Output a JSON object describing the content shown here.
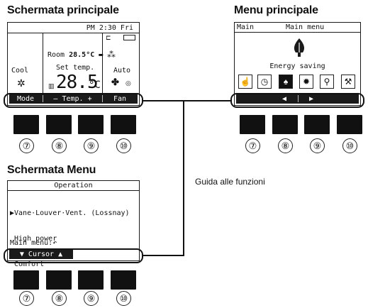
{
  "titles": {
    "main_screen": "Schermata principale",
    "main_menu": "Menu principale",
    "menu_screen": "Schermata Menu",
    "function_guide": "Guida alle funzioni"
  },
  "main_screen": {
    "clock": "PM 2:30 Fri",
    "mode": "Cool",
    "room_label": "Room",
    "room_temp": "28.5°C",
    "set_temp_label": "Set temp.",
    "set_temp_value": "28.5",
    "set_temp_unit": "°C",
    "fan_mode": "Auto",
    "function_bar": [
      "Mode",
      "— Temp. +",
      "Fan"
    ]
  },
  "main_menu": {
    "header_left": "Main",
    "header_center": "Main menu",
    "selected_label": "Energy saving",
    "icons": [
      "hand-icon",
      "clock-icon",
      "leaf-icon",
      "gear-icon",
      "wrench-icon",
      "tool-icon"
    ],
    "nav_left": "◀",
    "nav_right": "▶"
  },
  "menu_screen": {
    "title": "Operation",
    "items": [
      "▶Vane·Louver·Vent. (Lossnay)",
      " High power",
      " Comfort"
    ],
    "footer": "Main menu:",
    "cursor_label": "▼ Cursor ▲"
  },
  "button_numbers": [
    "⑦",
    "⑧",
    "⑨",
    "⑩"
  ]
}
